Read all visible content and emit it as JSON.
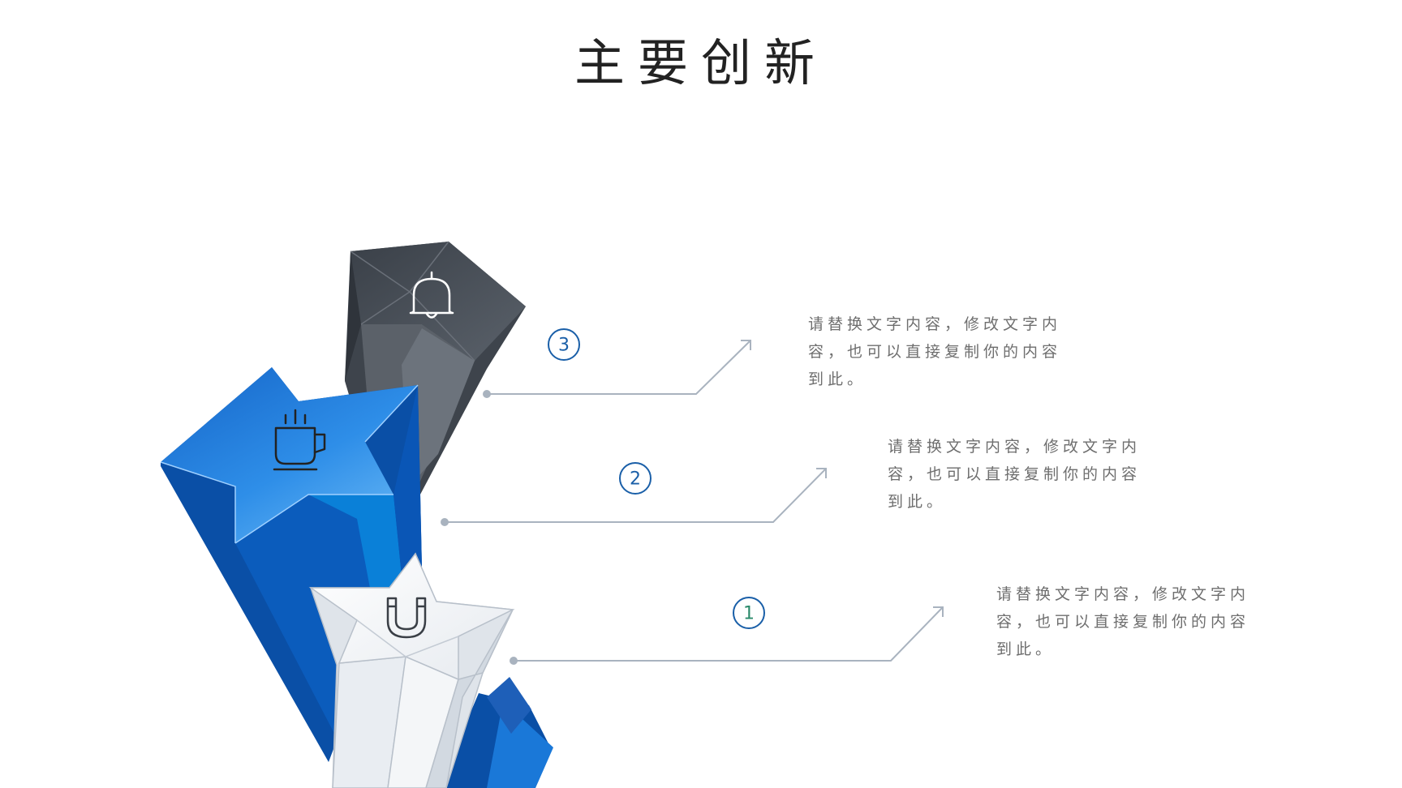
{
  "slide": {
    "title": "主要创新"
  },
  "items": [
    {
      "number": "1",
      "icon": "magnet-icon",
      "star_color": "#eef1f5",
      "text": "请替换文字内容，修改文字内容，也可以直接复制你的内容到此。"
    },
    {
      "number": "2",
      "icon": "coffee-cup-icon",
      "star_color": "#1a74d0",
      "text": "请替换文字内容，修改文字内容，也可以直接复制你的内容到此。"
    },
    {
      "number": "3",
      "icon": "bell-icon",
      "star_color": "#4a5058",
      "text": "请替换文字内容，修改文字内容，也可以直接复制你的内容到此。"
    }
  ],
  "colors": {
    "circle_stroke": "#1a5fa8",
    "number_1": "#2a8a6a",
    "number_2_3": "#1a5fa8",
    "connector_line": "#a9b3bf",
    "text": "#6e6e6e"
  }
}
